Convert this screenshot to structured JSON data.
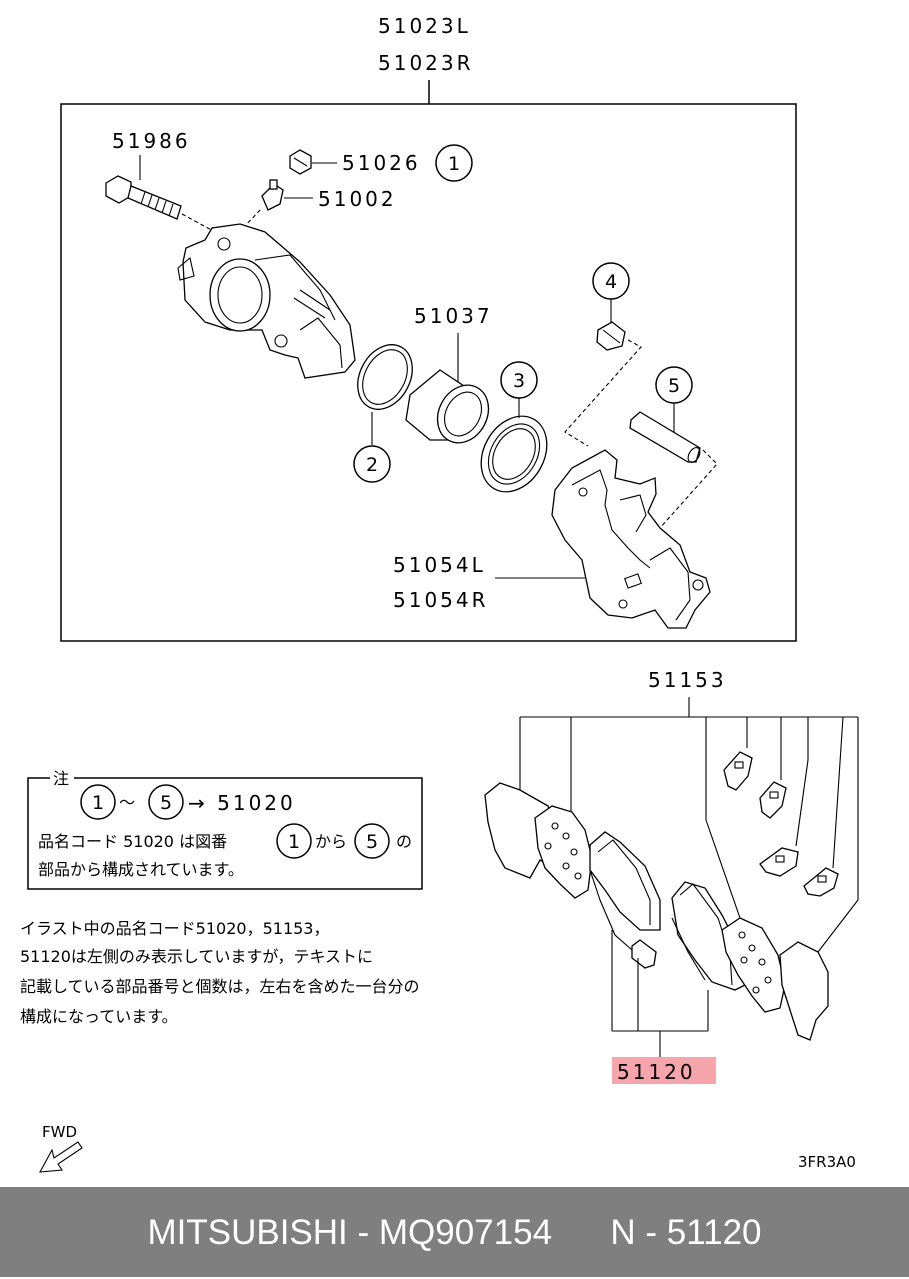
{
  "callouts": {
    "caliper_l": "51023L",
    "caliper_r": "51023R",
    "bolt": "51986",
    "cap": "51026",
    "bleeder": "51002",
    "piston": "51037",
    "bracket_l": "51054L",
    "bracket_r": "51054R",
    "pad_kit": "51153",
    "pad_set": "51120"
  },
  "circled_numbers": [
    "1",
    "2",
    "3",
    "4",
    "5"
  ],
  "note": {
    "header": "注",
    "range_from": "1",
    "tilde": "～",
    "range_to": "5",
    "arrow_target": "→ 51020",
    "line2_a": "品名コード 51020 は図番",
    "line2_from": "1",
    "line2_b": "から",
    "line2_to": "5",
    "line2_c": "の",
    "line3": "部品から構成されています。"
  },
  "remark": {
    "line1": "イラスト中の品名コード51020，51153，",
    "line2": "51120は左側のみ表示していますが，テキストに",
    "line3": "記載している部品番号と個数は，左右を含めた一台分の",
    "line4": "構成になっています。"
  },
  "fwd_label": "FWD",
  "figure_code": "3FR3A0",
  "footer": {
    "brand": "MITSUBISHI - MQ907154",
    "ref": "N - 51120"
  },
  "colors": {
    "highlight": "#f6a5ad",
    "footer_bg": "#7f7f7f",
    "footer_text": "#ffffff"
  }
}
